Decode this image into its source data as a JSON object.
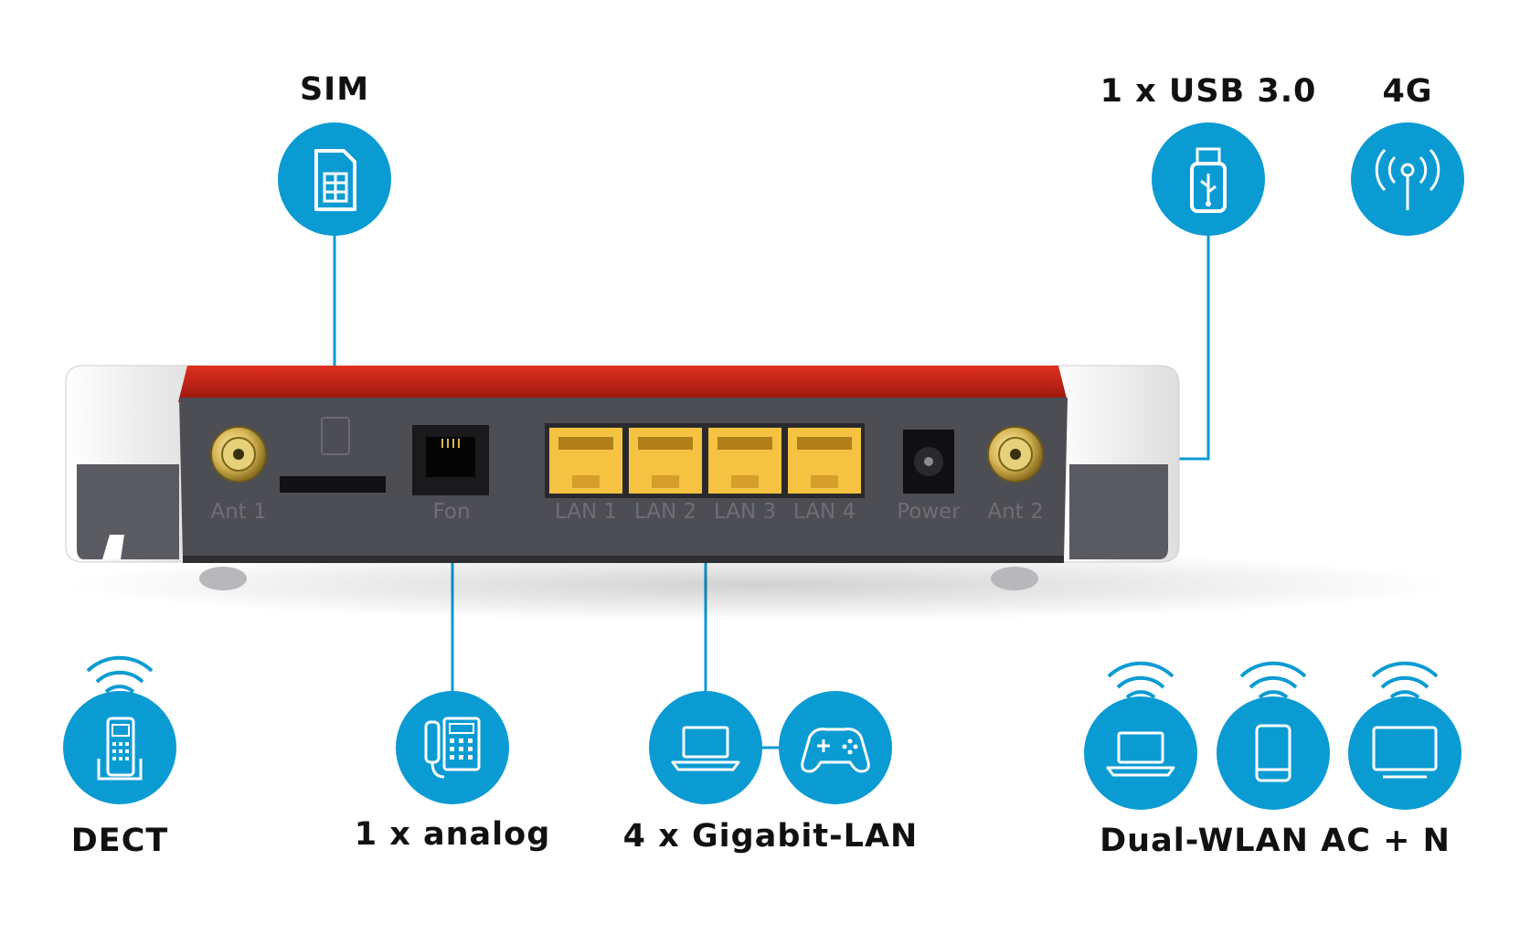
{
  "labels": {
    "sim": "SIM",
    "usb": "1 x USB 3.0",
    "lte": "4G",
    "dect": "DECT",
    "analog": "1 x analog",
    "lan": "4 x Gigabit-LAN",
    "wlan": "Dual-WLAN AC + N"
  },
  "ports": {
    "ant1": "Ant 1",
    "fon": "Fon",
    "lan1": "LAN 1",
    "lan2": "LAN 2",
    "lan3": "LAN 3",
    "lan4": "LAN 4",
    "power": "Power",
    "ant2": "Ant 2"
  },
  "icons": [
    "sim-card-icon",
    "usb-stick-icon",
    "antenna-signal-icon",
    "cordless-phone-icon",
    "desk-phone-icon",
    "laptop-icon",
    "gamepad-icon",
    "smartphone-icon",
    "monitor-icon",
    "wifi-waves-icon"
  ],
  "colors": {
    "accent": "#0b9bd3",
    "router_red": "#b51f14",
    "router_body": "#4d4d54",
    "lan_port": "#f5c242"
  }
}
